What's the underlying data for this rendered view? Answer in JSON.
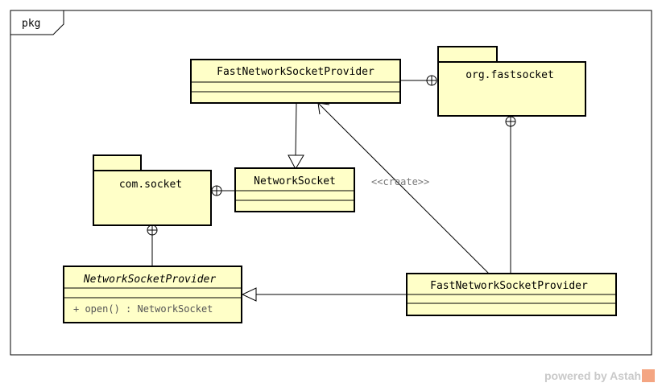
{
  "frame": {
    "label": "pkg"
  },
  "packages": {
    "org_fastsocket": {
      "name": "org.fastsocket"
    },
    "com_socket": {
      "name": "com.socket"
    }
  },
  "classes": {
    "fast_provider_top": {
      "name": "FastNetworkSocketProvider"
    },
    "network_socket": {
      "name": "NetworkSocket"
    },
    "network_socket_provider": {
      "name": "NetworkSocketProvider",
      "abstract": true,
      "operations": [
        "+ open() : NetworkSocket"
      ]
    },
    "fast_provider_bottom": {
      "name": "FastNetworkSocketProvider"
    }
  },
  "relations": {
    "create_dependency": {
      "stereotype": "<<create>>"
    }
  },
  "watermark": {
    "text": "powered by Astah"
  },
  "colors": {
    "class_fill": "#ffffc8",
    "line": "#000000"
  }
}
